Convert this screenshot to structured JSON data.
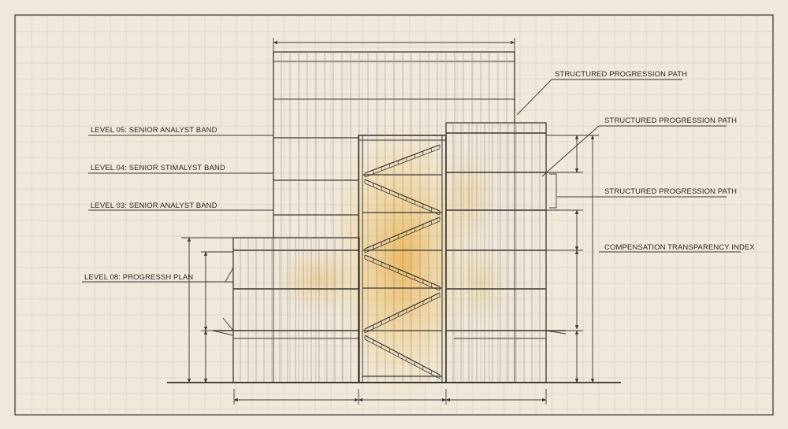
{
  "palette": {
    "paper": "#efe9dc",
    "grid": "#d9d2c2",
    "ink": "#3a3732",
    "glazing": "#8a857c",
    "accent": "#e9b04a"
  },
  "labels": {
    "level_05": "LEVEL 05: SENIOR ANALYST BAND",
    "level_04": "LEVEL 04: SENIOR STIMALYST BAND",
    "level_03": "LEVEL 03: SENIOR ANALYST BAND",
    "level_08": "LEVEL 08: PROGRESSH PLAN",
    "path_top": "STRUCTURED PROGRESSION PATH",
    "path_middle": "STRUCTURED PROGRESSION PATH",
    "path_lower": "STRUCTURED PROGRESSION PATH",
    "index": "COMPENSATION TRANSPARENCY INDEX"
  }
}
